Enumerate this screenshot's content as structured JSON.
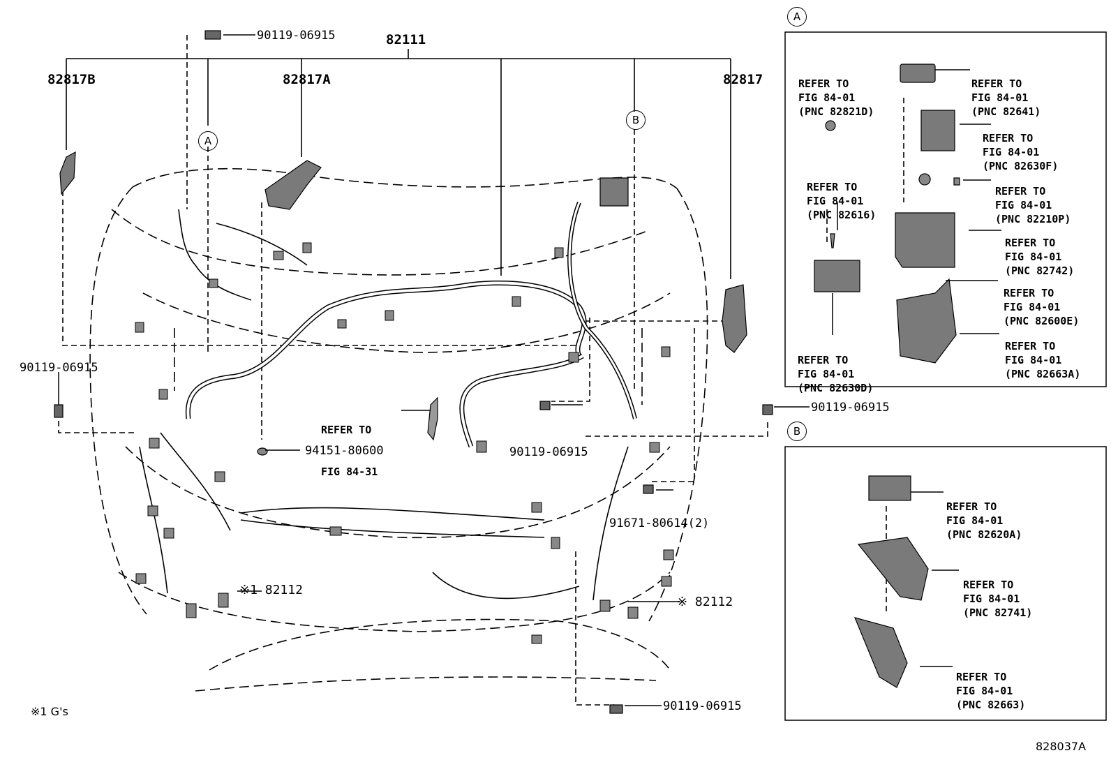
{
  "labels": {
    "harness_main": "82111",
    "harness_b": "82817B",
    "harness_a": "82817A",
    "harness_c": "82817",
    "bolt_top": "90119-06915",
    "bolt_left": "90119-06915",
    "bolt_mid": "90119-06915",
    "bolt_right": "90119-06915",
    "bolt_bottom": "90119-06915",
    "clip": "94151-80600",
    "screw": "91671-80614(2)",
    "sub_left": "※1 82112",
    "sub_right": "※ 82112",
    "refer_center": [
      "REFER TO",
      "FIG 84-31"
    ]
  },
  "callouts": {
    "a": "A",
    "b": "B"
  },
  "panel_a": [
    [
      "REFER TO",
      "FIG 84-01",
      "(PNC 82821D)"
    ],
    [
      "REFER TO",
      "FIG 84-01",
      "(PNC 82641)"
    ],
    [
      "REFER TO",
      "FIG 84-01",
      "(PNC 82630F)"
    ],
    [
      "REFER TO",
      "FIG 84-01",
      "(PNC 82616)"
    ],
    [
      "REFER TO",
      "FIG 84-01",
      "(PNC 82210P)"
    ],
    [
      "REFER TO",
      "FIG 84-01",
      "(PNC 82742)"
    ],
    [
      "REFER TO",
      "FIG 84-01",
      "(PNC 82600E)"
    ],
    [
      "REFER TO",
      "FIG 84-01",
      "(PNC 82630D)"
    ],
    [
      "REFER TO",
      "FIG 84-01",
      "(PNC 82663A)"
    ]
  ],
  "panel_b": [
    [
      "REFER TO",
      "FIG 84-01",
      "(PNC 82620A)"
    ],
    [
      "REFER TO",
      "FIG 84-01",
      "(PNC 82741)"
    ],
    [
      "REFER TO",
      "FIG 84-01",
      "(PNC 82663)"
    ]
  ],
  "footnote": "※1 G's",
  "figure_id": "828037A"
}
